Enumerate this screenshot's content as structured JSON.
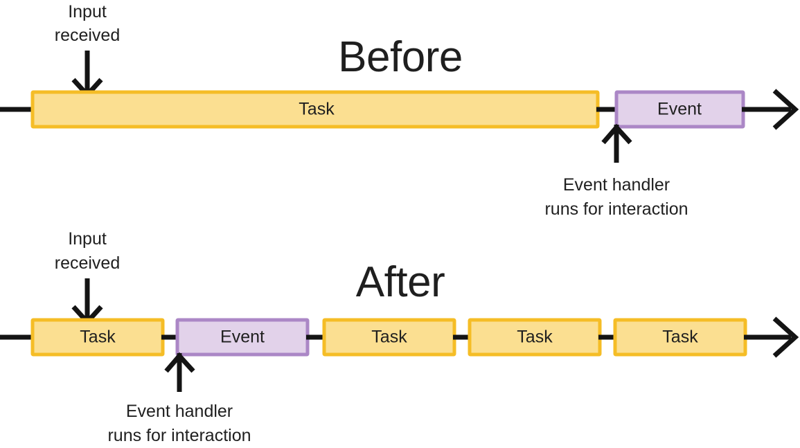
{
  "diagram": {
    "title_before": "Before",
    "title_after": "After",
    "colors": {
      "task_fill": "#fbdf91",
      "task_border": "#f5bd26",
      "event_fill": "#e2d2ea",
      "event_border": "#ab87c6",
      "line": "#141414",
      "text": "#1f1f1f",
      "background": "#ffffff"
    },
    "annotations": {
      "input_received_line1": "Input",
      "input_received_line2": "received",
      "event_handler_line1": "Event handler",
      "event_handler_line2": "runs for interaction"
    },
    "before_row": {
      "boxes": [
        {
          "label": "Task",
          "type": "task"
        },
        {
          "label": "Event",
          "type": "event"
        }
      ]
    },
    "after_row": {
      "boxes": [
        {
          "label": "Task",
          "type": "task"
        },
        {
          "label": "Event",
          "type": "event"
        },
        {
          "label": "Task",
          "type": "task"
        },
        {
          "label": "Task",
          "type": "task"
        },
        {
          "label": "Task",
          "type": "task"
        }
      ]
    }
  }
}
